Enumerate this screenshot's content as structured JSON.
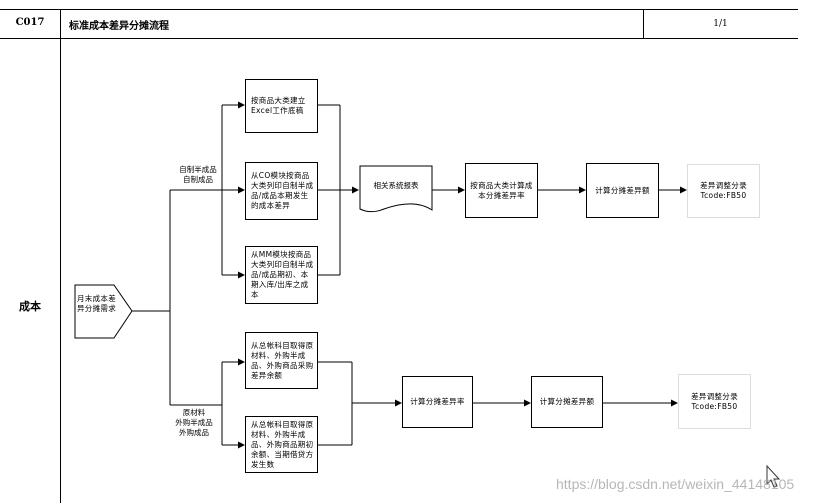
{
  "header": {
    "code": "C017",
    "title": "标准成本差异分摊流程",
    "page": "1/1"
  },
  "lane": {
    "label": "成本"
  },
  "start": {
    "label": "月末成本差异分摊需求"
  },
  "branch_labels": {
    "top": "自制半成品\n自制成品",
    "bottom": "原材料\n外购半成品\n外购成品"
  },
  "top_flow": {
    "step1": "按商品大类建立Excel工作底稿",
    "step2": "从CO模块按商品大类列印自制半成品/成品本期发生的成本差异",
    "step3": "从MM模块按商品大类列印自制半成品/成品期初、本期入库/出库之成本",
    "report": "相关系统报表",
    "calc_rate": "按商品大类计算成本分摊差异率",
    "calc_amount": "计算分摊差异额",
    "adjust": "差异调整分录\nTcode:FB50"
  },
  "bottom_flow": {
    "step1": "从总帐科目取得原材料、外购半成品、外购商品采购差异余额",
    "step2": "从总帐科目取得原材料、外购半成品、外购商品期初余额、当期借贷方发生数",
    "calc_rate": "计算分摊差异率",
    "calc_amount": "计算分摊差异额",
    "adjust": "差异调整分录\nTcode:FB50"
  },
  "watermark": "https://blog.csdn.net/weixin_44148105"
}
